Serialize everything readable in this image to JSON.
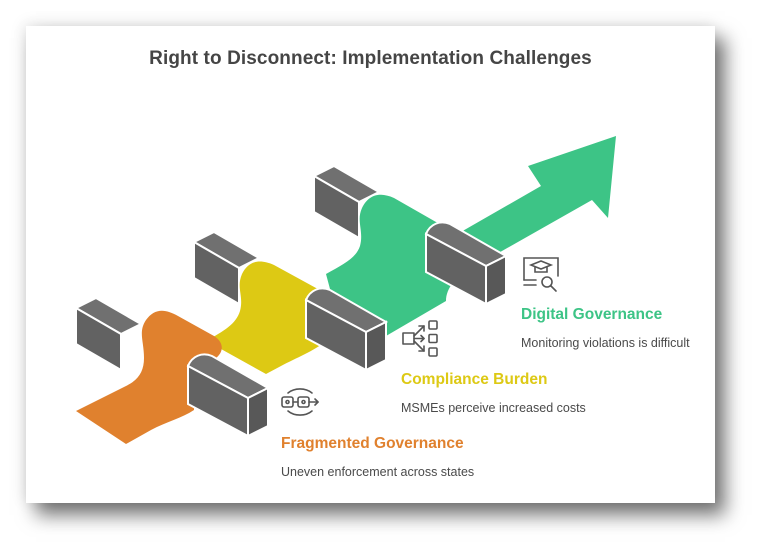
{
  "title": "Right to Disconnect: Implementation Challenges",
  "colors": {
    "orange": "#E0812E",
    "yellow": "#DDC914",
    "green": "#3DC486",
    "block": "#626262",
    "title": "#454545",
    "text": "#4a4a4a"
  },
  "items": [
    {
      "heading": "Digital Governance",
      "description": "Monitoring violations is difficult",
      "icon": "monitor-graduation-cap-search-icon",
      "color": "#3DC486"
    },
    {
      "heading": "Compliance Burden",
      "description": "MSMEs perceive increased costs",
      "icon": "branching-arrows-boxes-icon",
      "color": "#DDC914"
    },
    {
      "heading": "Fragmented Governance",
      "description": "Uneven enforcement across states",
      "icon": "linked-nodes-cycle-icon",
      "color": "#E0812E"
    }
  ]
}
